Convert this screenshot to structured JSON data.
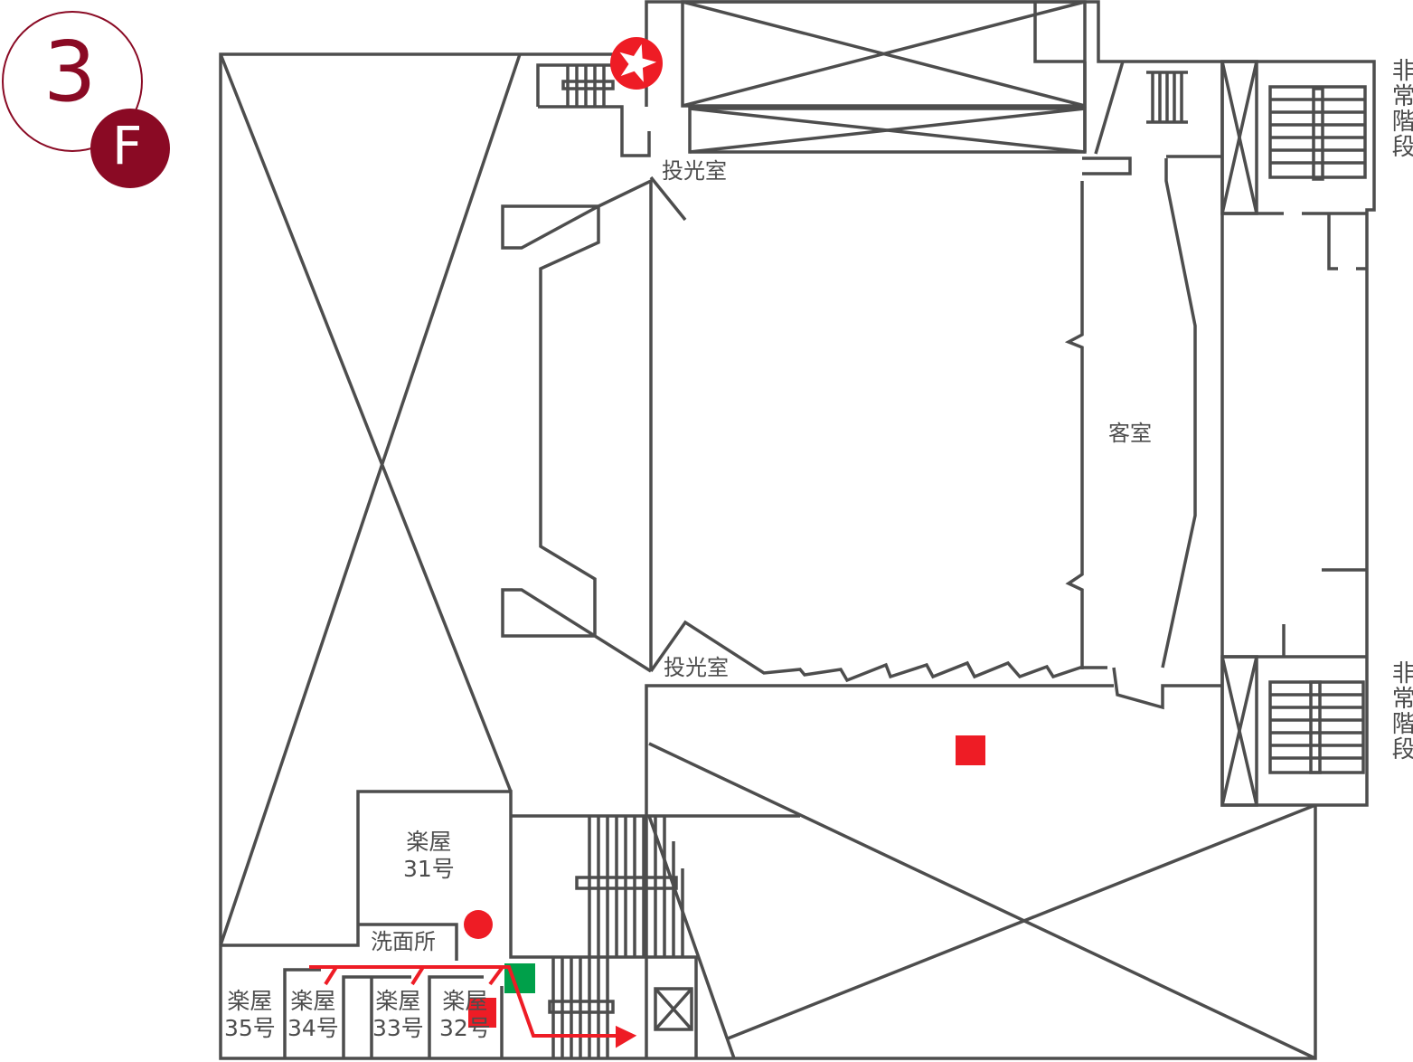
{
  "floor": {
    "number": "3",
    "suffix": "F"
  },
  "colors": {
    "wall": "#4d4d4d",
    "brand": "#8a0a24",
    "marker_red": "#ee1c25",
    "marker_green": "#00a04a"
  },
  "labels": {
    "projection_room_top": "投光室",
    "projection_room_bottom": "投光室",
    "auditorium": "客室",
    "emergency_stairs_top": "非常階段",
    "emergency_stairs_bottom": "非常階段",
    "dressing_31_line1": "楽屋",
    "dressing_31_line2": "31号",
    "washroom": "洗面所",
    "dressing_35_line1": "楽屋",
    "dressing_35_line2": "35号",
    "dressing_34_line1": "楽屋",
    "dressing_34_line2": "34号",
    "dressing_33_line1": "楽屋",
    "dressing_33_line2": "33号",
    "dressing_32_line1": "楽屋",
    "dressing_32_line2": "32号"
  },
  "icons": [
    "fire-alarm-star-icon",
    "red-square-marker-icon",
    "red-circle-marker-icon",
    "green-square-marker-icon",
    "evacuation-route-arrow-icon",
    "elevator-icon"
  ]
}
